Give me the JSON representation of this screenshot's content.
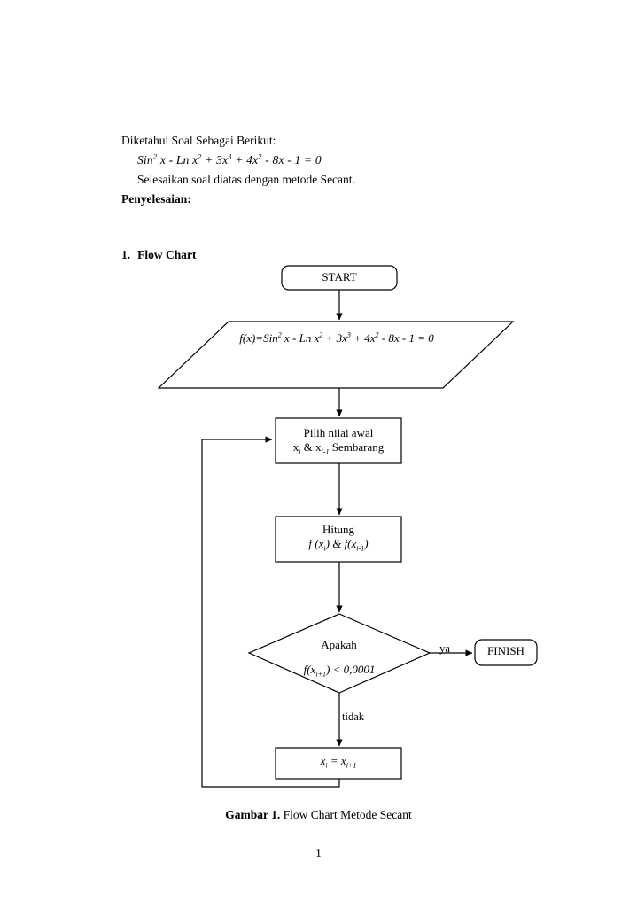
{
  "document": {
    "intro_line": "Diketahui Soal Sebagai Berikut:",
    "equation_plain": "Sin2 x - Ln x2 + 3x3 + 4x2 - 8x - 1 = 0",
    "instruction_line": "Selesaikan soal diatas dengan metode Secant.",
    "solution_heading": "Penyelesaian:",
    "section": {
      "number": "1.",
      "title": "Flow Chart"
    },
    "caption_bold": "Gambar 1.",
    "caption_rest": " Flow Chart Metode Secant",
    "page_number": "1"
  },
  "equation": {
    "lhs_fx": "f(x)=",
    "sin": "Sin",
    "sin_exp": "2",
    "x1": " x - Ln x",
    "x1_exp": "2",
    "t2": " + 3x",
    "t2_exp": "3",
    "t3": " + 4x",
    "t3_exp": "2",
    "t4": " - 8x - 1 = 0"
  },
  "flowchart": {
    "type": "flowchart",
    "nodes": [
      {
        "id": "start",
        "shape": "terminator",
        "label": "START"
      },
      {
        "id": "io",
        "shape": "parallelogram",
        "label": "f(x)= Sin2 x - Ln x2 + 3x3 + 4x2 - 8x - 1 = 0"
      },
      {
        "id": "init",
        "shape": "process",
        "line1": "Pilih nilai awal",
        "line2": "xi & xi-1 Sembarang"
      },
      {
        "id": "calc",
        "shape": "process",
        "line1": "Hitung",
        "line2": "f (xi) & f(xi-1)"
      },
      {
        "id": "dec",
        "shape": "decision",
        "line1": "Apakah",
        "line2": "f(xi+1) < 0,0001"
      },
      {
        "id": "finish",
        "shape": "terminator",
        "label": "FINISH"
      },
      {
        "id": "assign",
        "shape": "process",
        "label": "xi = xi+1"
      }
    ],
    "edges": [
      {
        "from": "start",
        "to": "io",
        "label": ""
      },
      {
        "from": "io",
        "to": "init",
        "label": ""
      },
      {
        "from": "init",
        "to": "calc",
        "label": ""
      },
      {
        "from": "calc",
        "to": "dec",
        "label": ""
      },
      {
        "from": "dec",
        "to": "finish",
        "label": "ya"
      },
      {
        "from": "dec",
        "to": "assign",
        "label": "tidak"
      },
      {
        "from": "assign",
        "to": "init",
        "label": ""
      }
    ],
    "labels": {
      "start": "START",
      "finish": "FINISH",
      "init_line1": "Pilih nilai awal",
      "init_mid": " & ",
      "init_tail": " Sembarang",
      "calc_line1": "Hitung",
      "dec_line1": "Apakah",
      "dec_threshold": ") < 0,0001",
      "yes": "ya",
      "no": "tidak"
    },
    "colors": {
      "stroke": "#000000",
      "fill": "#ffffff",
      "text": "#000000"
    }
  }
}
